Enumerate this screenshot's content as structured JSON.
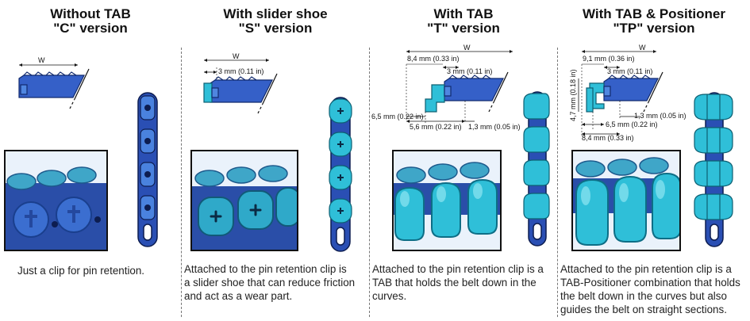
{
  "panels": [
    {
      "title_line1": "Without TAB",
      "title_line2": "\"C\" version",
      "desc_lines": [
        "Just a clip for pin retention."
      ],
      "dims": {
        "w": "W"
      }
    },
    {
      "title_line1": "With slider shoe",
      "title_line2": "\"S\" version",
      "desc_lines": [
        "Attached to the pin retention clip is",
        "a slider shoe that can reduce friction",
        "and act as a wear part."
      ],
      "dims": {
        "w": "W",
        "d1": "3 mm (0.11 in)"
      }
    },
    {
      "title_line1": "With TAB",
      "title_line2": "\"T\" version",
      "desc_lines": [
        "Attached to the pin retention clip is a",
        "TAB that holds the belt down in the",
        "curves."
      ],
      "dims": {
        "w": "W",
        "d1": "8,4 mm (0.33 in)",
        "d2": "3 mm (0.11 in)",
        "d3": "6,5 mm (0.22 in)",
        "d4": "5,6 mm (0.22 in)",
        "d5": "1,3 mm (0.05 in)"
      }
    },
    {
      "title_line1": "With TAB & Positioner",
      "title_line2": "\"TP\" version",
      "desc_lines": [
        "Attached to the pin retention clip is a",
        "TAB-Positioner combination that holds",
        "the belt down in the curves but also",
        "guides the belt on straight sections."
      ],
      "dims": {
        "w": "W",
        "d1": "9,1 mm (0.36 in)",
        "d2": "3 mm (0.11 in)",
        "d3": "4,7 mm (0.18 in)",
        "d4": "1,3 mm (0.05 in)",
        "d5": "6,5 mm (0.22 in)",
        "d6": "8,4 mm (0.33 in)"
      }
    }
  ],
  "colors": {
    "belt_dark": "#1f3f9a",
    "belt_mid": "#3560c8",
    "belt_light": "#4f86e0",
    "cyan_dark": "#1597b3",
    "cyan_mid": "#2fbfd8",
    "cyan_light": "#7fe0ef"
  }
}
